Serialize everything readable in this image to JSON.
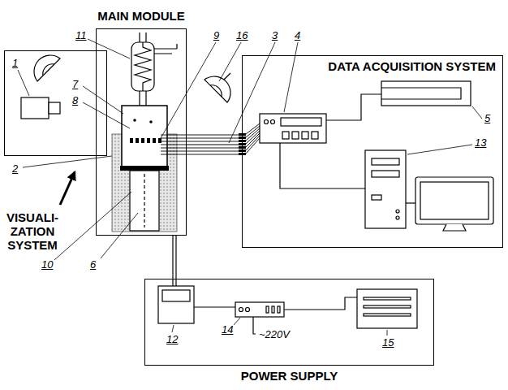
{
  "diagram": {
    "nodes": [
      {
        "text": [
          "MAIN MODULE"
        ]
      },
      {
        "text": [
          "VISUALI- ZATION SYSTEM"
        ]
      },
      {
        "text": [
          "DATA ACQUISITION SYSTEM"
        ]
      },
      {
        "text": [
          "POWER SUPPLY"
        ]
      }
    ],
    "edges": [
      {
        "from": 0,
        "to": 2,
        "arrow": "none"
      },
      {
        "from": 0,
        "to": 3,
        "arrow": "none"
      }
    ],
    "labels": [
      "11",
      "7",
      "8",
      "1",
      "2",
      "10",
      "6",
      "9",
      "16",
      "3",
      "4",
      "5",
      "13",
      "12",
      "14",
      "15",
      "~220V"
    ]
  }
}
